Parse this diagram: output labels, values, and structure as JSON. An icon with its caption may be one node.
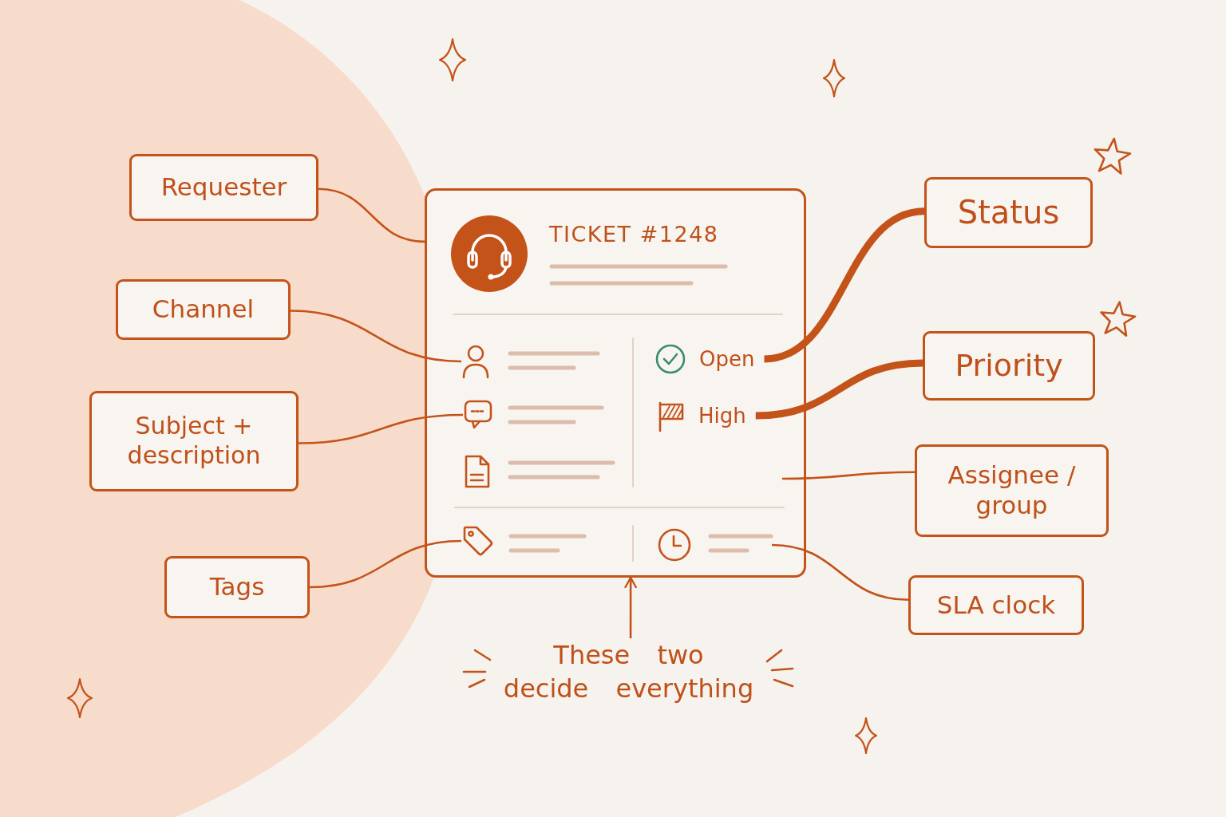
{
  "diagram": {
    "nodes": [
      {
        "text": [
          "Requester"
        ]
      },
      {
        "text": [
          "Channel"
        ]
      },
      {
        "text": [
          "Subject + description"
        ]
      },
      {
        "text": [
          "Tags"
        ]
      },
      {
        "text": [
          "TICKET #1248"
        ]
      },
      {
        "text": [],
        "shape": "picture",
        "in": 4
      },
      {
        "text": [
          "Open"
        ],
        "in": 4
      },
      {
        "text": [],
        "shape": "picture",
        "in": 4
      },
      {
        "text": [
          "High"
        ],
        "in": 4
      },
      {
        "text": [],
        "shape": "picture",
        "in": 4
      },
      {
        "text": [],
        "shape": "picture",
        "in": 4
      },
      {
        "text": [
          "Status"
        ]
      },
      {
        "text": [
          "Priority"
        ]
      },
      {
        "text": [
          "Assignee / group"
        ]
      },
      {
        "text": [
          "SLA clock"
        ]
      },
      {
        "text": [
          "These two decide everything"
        ]
      }
    ],
    "edges": [
      {
        "from": 0,
        "to": 4,
        "arrow": "none"
      },
      {
        "from": 1,
        "to": 5,
        "arrow": "none"
      },
      {
        "from": 2,
        "to": 7,
        "arrow": "none"
      },
      {
        "from": 3,
        "to": 9,
        "arrow": "none"
      },
      {
        "from": 11,
        "to": 6,
        "arrow": "none",
        "style": "thick"
      },
      {
        "from": 12,
        "to": 8,
        "arrow": "none",
        "style": "thick"
      },
      {
        "from": 13,
        "to": null,
        "arrow": "none"
      },
      {
        "from": 14,
        "to": 10,
        "arrow": "none"
      },
      {
        "from": 15,
        "to": 4,
        "arrow": "to"
      }
    ]
  }
}
